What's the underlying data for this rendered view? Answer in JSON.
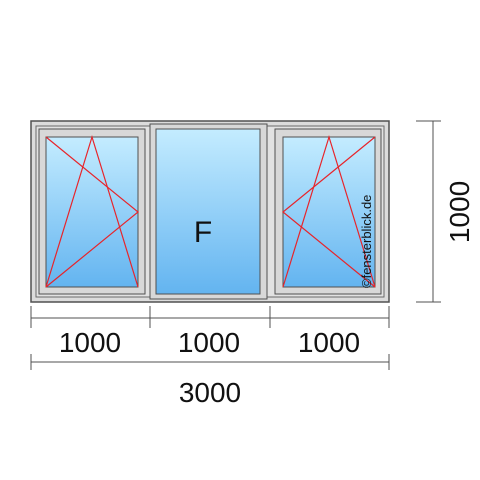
{
  "window": {
    "fixed_pane_label": "F",
    "watermark": "©fensterblick.de",
    "colors": {
      "frame": "#dcdcdc",
      "frame_outline": "#505050",
      "glass_top": "#c4ecff",
      "glass_bottom": "#63b4f0",
      "opening_marks": "#e8242a",
      "dimension_lines": "#505050"
    },
    "sashes": [
      {
        "type": "tilt-turn",
        "hinge_side": "left"
      },
      {
        "type": "fixed",
        "hinge_side": "none"
      },
      {
        "type": "tilt-turn",
        "hinge_side": "right"
      }
    ]
  },
  "dimensions": {
    "segment_widths": [
      "1000",
      "1000",
      "1000"
    ],
    "total_width": "3000",
    "height": "1000"
  }
}
